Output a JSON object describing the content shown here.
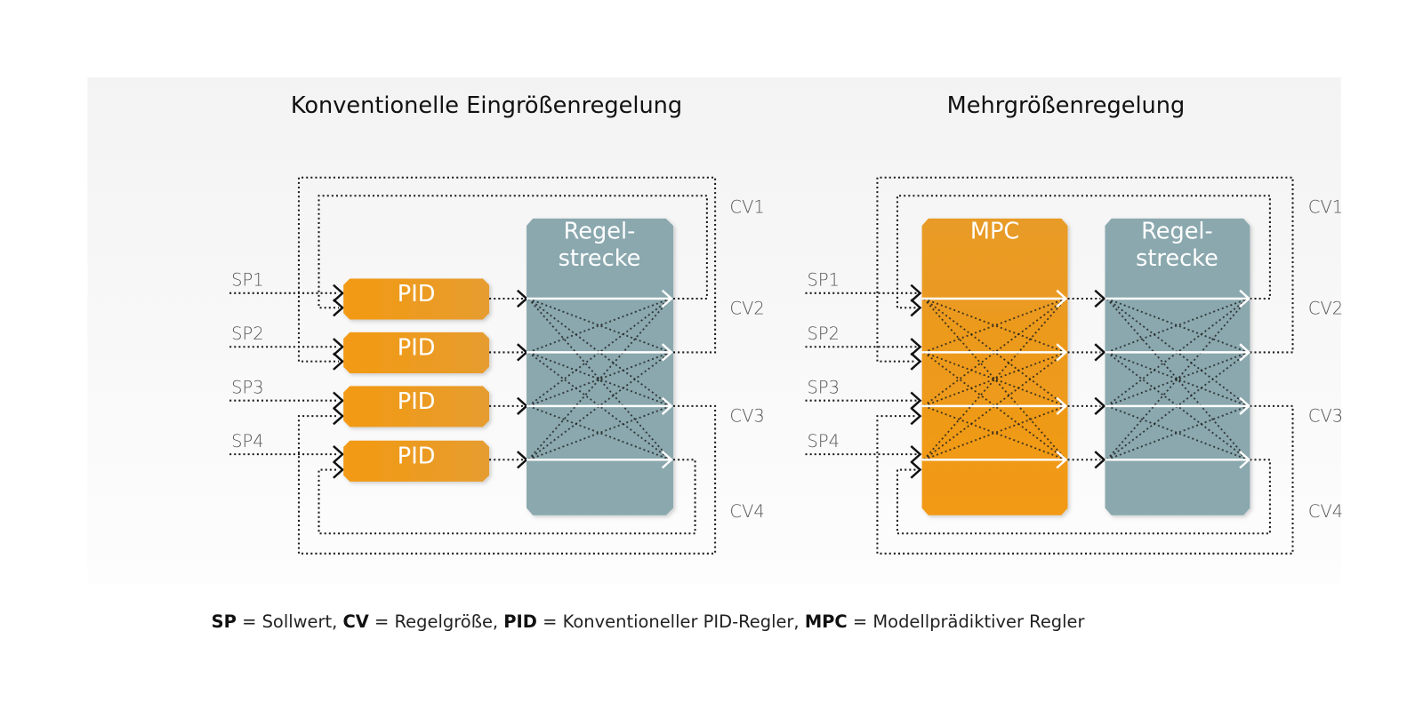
{
  "left_panel": {
    "title": "Konventionelle Eingrößenregelung",
    "inputs": [
      "SP1",
      "SP2",
      "SP3",
      "SP4"
    ],
    "outputs": [
      "CV1",
      "CV2",
      "CV3",
      "CV4"
    ],
    "controllers": [
      "PID",
      "PID",
      "PID",
      "PID"
    ],
    "plant_label_line1": "Regel-",
    "plant_label_line2": "strecke"
  },
  "right_panel": {
    "title": "Mehrgrößenregelung",
    "inputs": [
      "SP1",
      "SP2",
      "SP3",
      "SP4"
    ],
    "outputs": [
      "CV1",
      "CV2",
      "CV3",
      "CV4"
    ],
    "controller_label": "MPC",
    "plant_label_line1": "Regel-",
    "plant_label_line2": "strecke"
  },
  "legend": {
    "items": [
      {
        "key": "SP",
        "text": " = Sollwert, "
      },
      {
        "key": "CV",
        "text": " = Regelgröße, "
      },
      {
        "key": "PID",
        "text": " = Konventioneller PID-Regler, "
      },
      {
        "key": "MPC",
        "text": " = Modellprädiktiver Regler"
      }
    ]
  },
  "colors": {
    "controller_orange": "#f29a18",
    "controller_orange_dark": "#e29a32",
    "plant_teal": "#8aa8ae",
    "panel_bg": "#f4f4f4"
  }
}
